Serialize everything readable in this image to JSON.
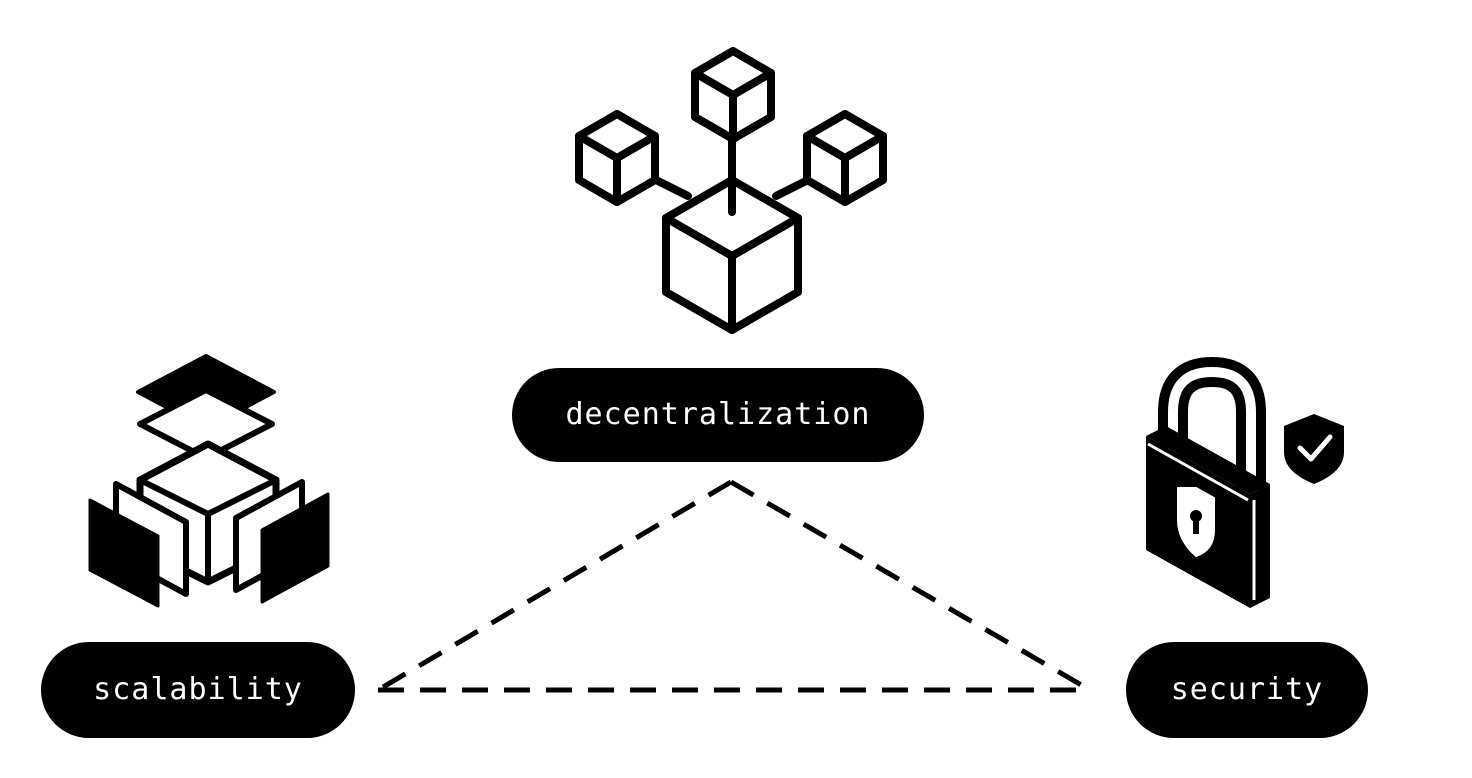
{
  "nodes": {
    "decentralization": {
      "label": "decentralization",
      "icon": "network-cubes-icon"
    },
    "scalability": {
      "label": "scalability",
      "icon": "layered-cube-icon"
    },
    "security": {
      "label": "security",
      "icon": "padlock-shield-icon"
    }
  },
  "colors": {
    "background": "#ffffff",
    "ink": "#000000",
    "label_text": "#ffffff"
  },
  "connectors": {
    "style": "dashed",
    "links": [
      [
        "decentralization",
        "scalability"
      ],
      [
        "decentralization",
        "security"
      ],
      [
        "scalability",
        "security"
      ]
    ]
  }
}
